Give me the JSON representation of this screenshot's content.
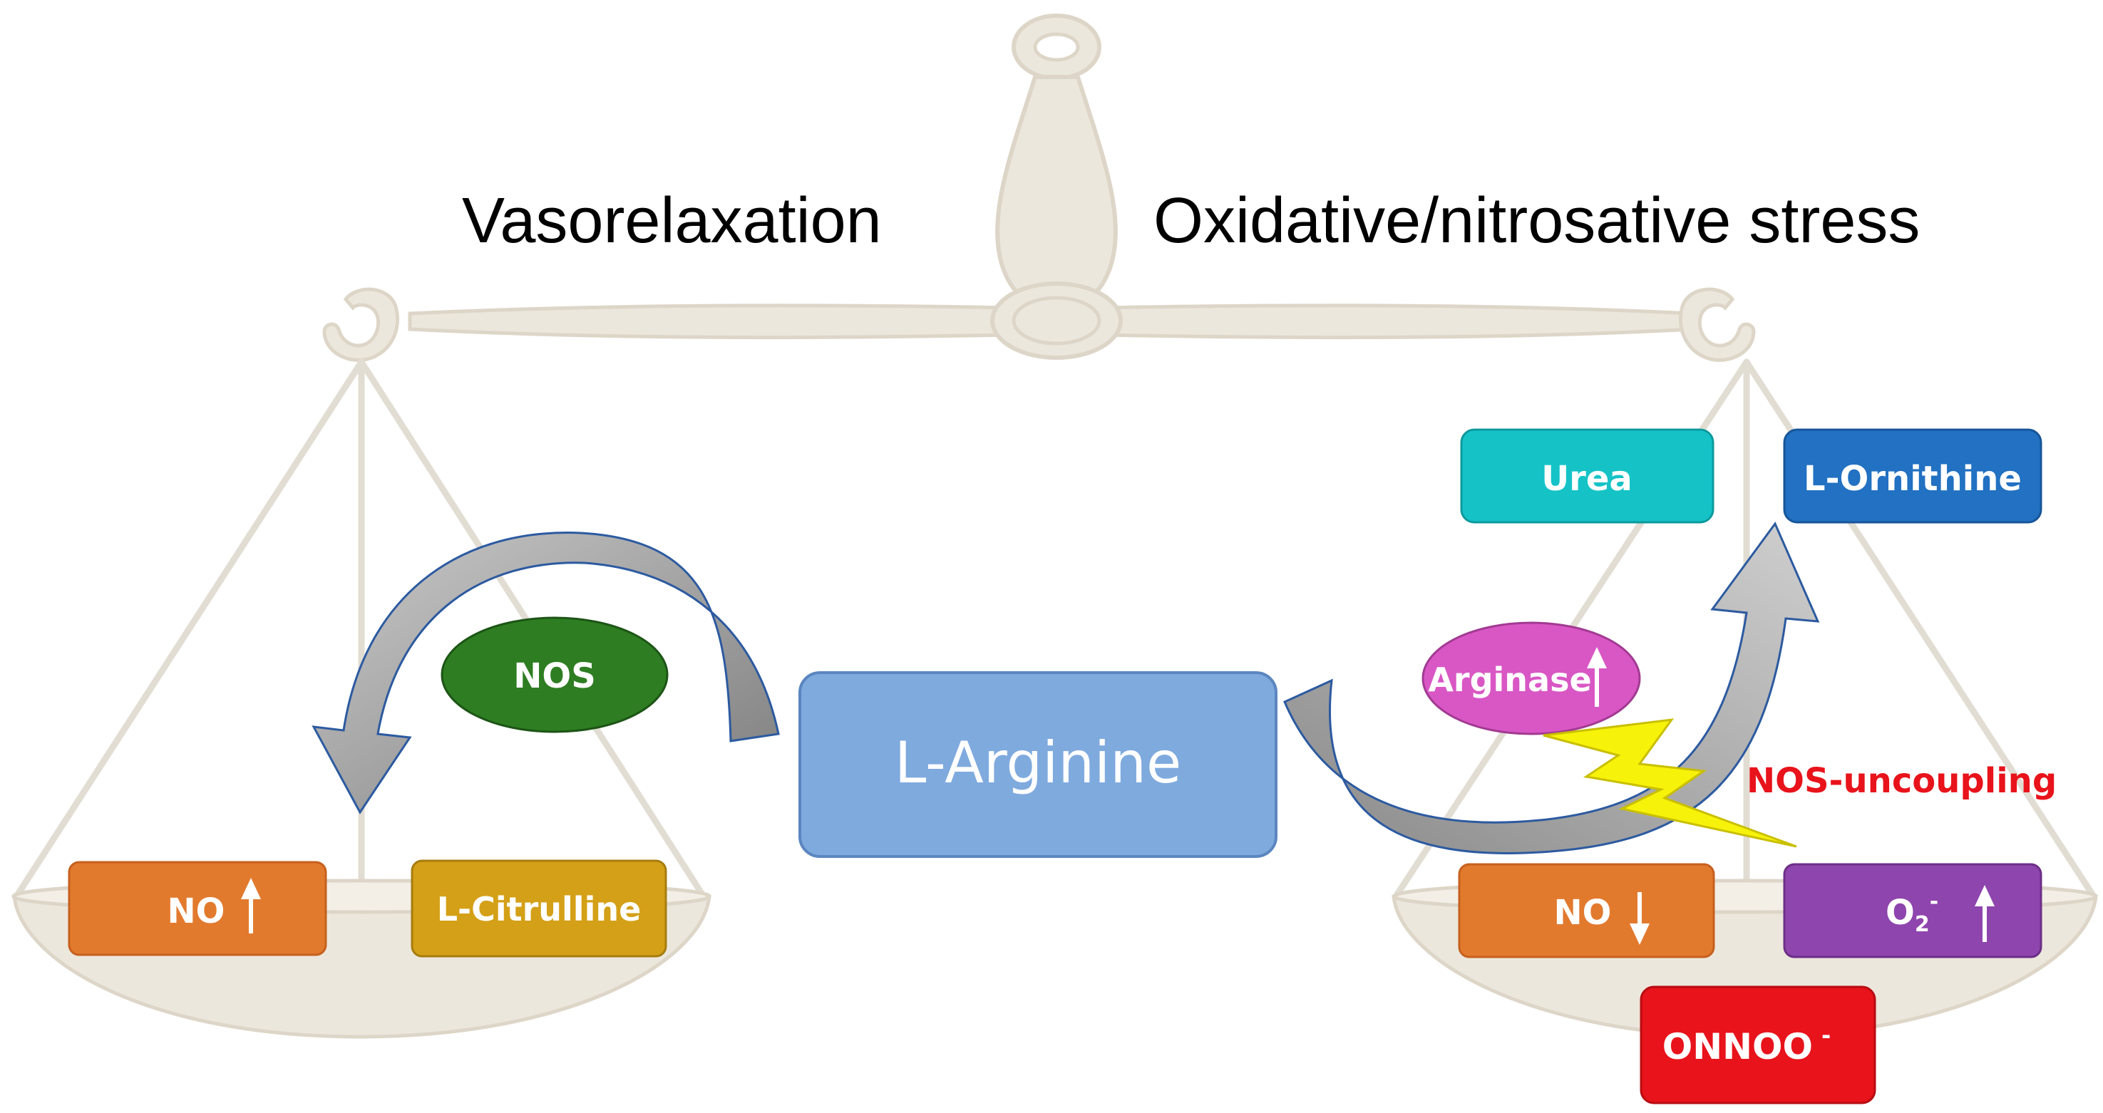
{
  "headings": {
    "left": "Vasorelaxation",
    "right": "Oxidative/nitrosative stress"
  },
  "center": {
    "substrate": "L-Arginine"
  },
  "left_pan": {
    "enzyme": "NOS",
    "product_no": "NO",
    "product_citrulline": "L-Citrulline"
  },
  "right_pan": {
    "urea": "Urea",
    "ornithine": "L-Ornithine",
    "enzyme": "Arginase",
    "uncoupling": "NOS-uncoupling",
    "no": "NO",
    "superoxide_base": "O",
    "superoxide_sub": "2",
    "superoxide_sup": "-",
    "peroxynitrite_base": "ONNOO",
    "peroxynitrite_sup": "-"
  },
  "colors": {
    "scale": "#ece7dc",
    "scale_edge": "#ddd6c8",
    "orange": "#e27a2e",
    "mustard": "#d4a017",
    "green": "#2e7d22",
    "light_blue": "#7faade",
    "cyan": "#15c3c7",
    "dark_blue": "#2271c2",
    "magenta": "#d957c5",
    "purple": "#8e45ad",
    "red": "#e8131b",
    "yellow": "#f7f20a",
    "arrow_gray": "#9a9a9a"
  }
}
